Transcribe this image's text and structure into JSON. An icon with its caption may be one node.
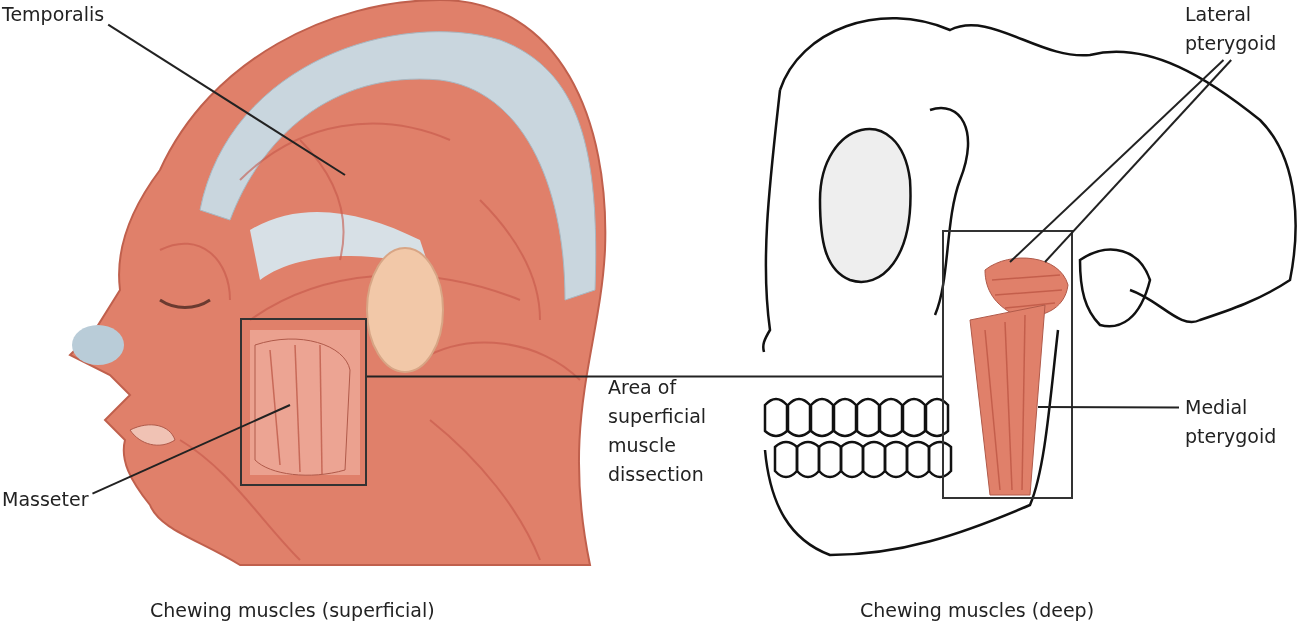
{
  "diagram": {
    "nodes": [
      {
        "text": [
          "Temporalis"
        ]
      },
      {
        "text": [
          "Masseter"
        ]
      },
      {
        "text": [],
        "shape": "box"
      },
      {
        "text": [
          "Area of superficial muscle dissection"
        ]
      },
      {
        "text": [],
        "shape": "box"
      },
      {
        "text": [
          "Lateral pterygoid"
        ]
      },
      {
        "text": [
          "Medial pterygoid"
        ]
      },
      {
        "text": [],
        "shape": "picture",
        "in": 4
      },
      {
        "text": [],
        "shape": "picture",
        "in": 4
      },
      {
        "text": [],
        "shape": "picture",
        "in": 2
      }
    ],
    "edges": [
      {
        "from": 0,
        "to": null,
        "arrow": "none"
      },
      {
        "from": 1,
        "to": 9,
        "arrow": "none"
      },
      {
        "from": 3,
        "to": 2,
        "arrow": "none"
      },
      {
        "from": 3,
        "to": 4,
        "arrow": "none"
      },
      {
        "from": 5,
        "to": 7,
        "arrow": "none"
      },
      {
        "from": 5,
        "to": 7,
        "arrow": "none"
      },
      {
        "from": 6,
        "to": 8,
        "arrow": "none"
      }
    ],
    "labels": [
      "Chewing muscles (superficial)",
      "Chewing muscles (deep)"
    ]
  }
}
